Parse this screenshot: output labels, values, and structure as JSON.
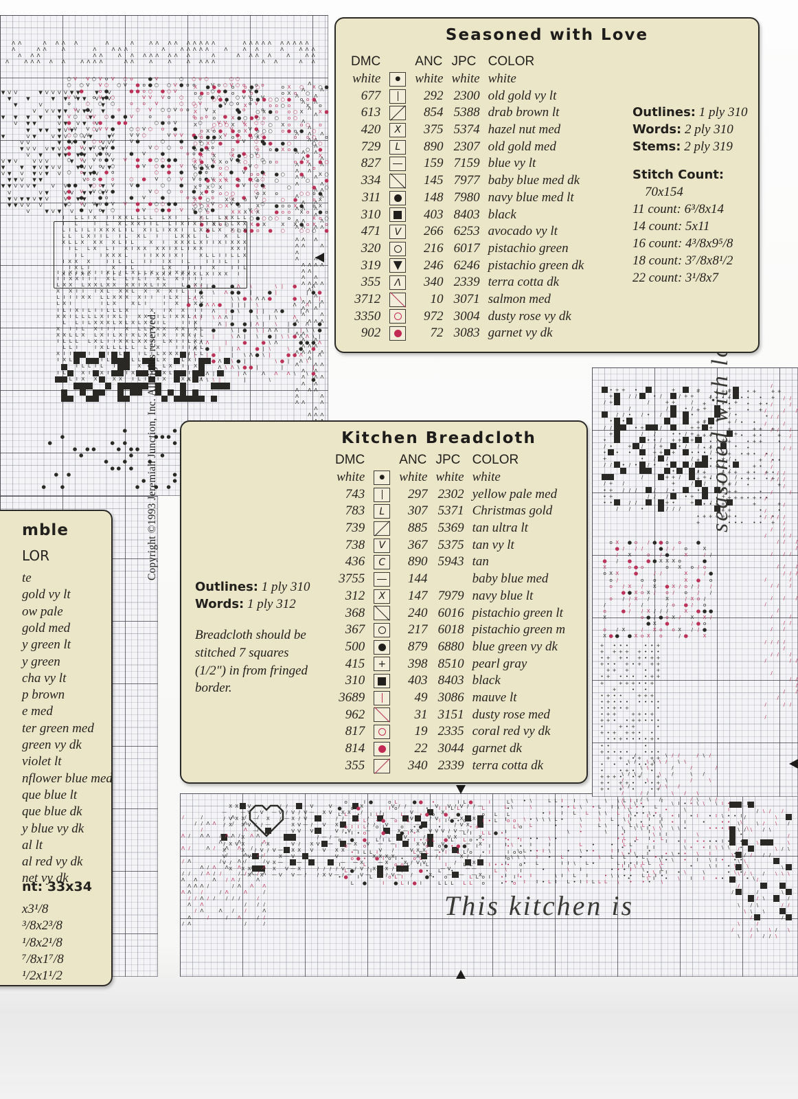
{
  "document": {
    "copyright": "Copyright ©1993 Jeremiah Junction, Inc. All rights reserved."
  },
  "panel_seasoned": {
    "title": "Seasoned with Love",
    "headers": {
      "dmc": "DMC",
      "symbol": "",
      "anc": "ANC",
      "jpc": "JPC",
      "color": "COLOR"
    },
    "rows": [
      {
        "dmc": "white",
        "symbol": "dot-small",
        "anc": "white",
        "jpc": "white",
        "color": "white"
      },
      {
        "dmc": "677",
        "symbol": "vertical-bar",
        "anc": "292",
        "jpc": "2300",
        "color": "old gold vy lt"
      },
      {
        "dmc": "613",
        "symbol": "slash",
        "anc": "854",
        "jpc": "5388",
        "color": "drab brown lt"
      },
      {
        "dmc": "420",
        "symbol": "letter-X",
        "anc": "375",
        "jpc": "5374",
        "color": "hazel nut med"
      },
      {
        "dmc": "729",
        "symbol": "letter-L",
        "anc": "890",
        "jpc": "2307",
        "color": "old gold med"
      },
      {
        "dmc": "827",
        "symbol": "horizontal-bar",
        "anc": "159",
        "jpc": "7159",
        "color": "blue vy lt"
      },
      {
        "dmc": "334",
        "symbol": "backslash",
        "anc": "145",
        "jpc": "7977",
        "color": "baby blue med dk"
      },
      {
        "dmc": "311",
        "symbol": "filled-circle",
        "anc": "148",
        "jpc": "7980",
        "color": "navy blue med lt"
      },
      {
        "dmc": "310",
        "symbol": "filled-square",
        "anc": "403",
        "jpc": "8403",
        "color": "black"
      },
      {
        "dmc": "471",
        "symbol": "letter-V",
        "anc": "266",
        "jpc": "6253",
        "color": "avocado vy lt"
      },
      {
        "dmc": "320",
        "symbol": "open-circle",
        "anc": "216",
        "jpc": "6017",
        "color": "pistachio green"
      },
      {
        "dmc": "319",
        "symbol": "filled-triangle-down",
        "anc": "246",
        "jpc": "6246",
        "color": "pistachio green dk"
      },
      {
        "dmc": "355",
        "symbol": "caret-up",
        "anc": "340",
        "jpc": "2339",
        "color": "terra cotta dk"
      },
      {
        "dmc": "3712",
        "symbol": "backslash-red",
        "anc": "10",
        "jpc": "3071",
        "color": "salmon med"
      },
      {
        "dmc": "3350",
        "symbol": "open-circle-red",
        "anc": "972",
        "jpc": "3004",
        "color": "dusty rose vy dk"
      },
      {
        "dmc": "902",
        "symbol": "filled-circle-red",
        "anc": "72",
        "jpc": "3083",
        "color": "garnet vy dk"
      }
    ],
    "notes": {
      "outlines_label": "Outlines:",
      "outlines_value": "1 ply 310",
      "words_label": "Words:",
      "words_value": "2 ply 310",
      "stems_label": "Stems:",
      "stems_value": "2 ply 319",
      "stitch_count_label": "Stitch Count:",
      "stitch_count": "70x154",
      "counts": [
        {
          "count": "11 count:",
          "size": "6³/8x14"
        },
        {
          "count": "14 count:",
          "size": "5x11"
        },
        {
          "count": "16 count:",
          "size": "4³/8x9⁵/8"
        },
        {
          "count": "18 count:",
          "size": "3⁷/8x8¹/2"
        },
        {
          "count": "22 count:",
          "size": "3¹/8x7"
        }
      ]
    }
  },
  "panel_breadcloth": {
    "title": "Kitchen Breadcloth",
    "headers": {
      "dmc": "DMC",
      "symbol": "",
      "anc": "ANC",
      "jpc": "JPC",
      "color": "COLOR"
    },
    "rows": [
      {
        "dmc": "white",
        "symbol": "dot-small",
        "anc": "white",
        "jpc": "white",
        "color": "white"
      },
      {
        "dmc": "743",
        "symbol": "vertical-bar",
        "anc": "297",
        "jpc": "2302",
        "color": "yellow pale med"
      },
      {
        "dmc": "783",
        "symbol": "letter-L",
        "anc": "307",
        "jpc": "5371",
        "color": "Christmas gold"
      },
      {
        "dmc": "739",
        "symbol": "slash",
        "anc": "885",
        "jpc": "5369",
        "color": "tan ultra lt"
      },
      {
        "dmc": "738",
        "symbol": "letter-V",
        "anc": "367",
        "jpc": "5375",
        "color": "tan vy lt"
      },
      {
        "dmc": "436",
        "symbol": "letter-C",
        "anc": "890",
        "jpc": "5943",
        "color": "tan"
      },
      {
        "dmc": "3755",
        "symbol": "horizontal-bar",
        "anc": "144",
        "jpc": "",
        "color": "baby blue med"
      },
      {
        "dmc": "312",
        "symbol": "letter-X",
        "anc": "147",
        "jpc": "7979",
        "color": "navy blue lt"
      },
      {
        "dmc": "368",
        "symbol": "backslash",
        "anc": "240",
        "jpc": "6016",
        "color": "pistachio green lt"
      },
      {
        "dmc": "367",
        "symbol": "open-circle",
        "anc": "217",
        "jpc": "6018",
        "color": "pistachio green m"
      },
      {
        "dmc": "500",
        "symbol": "filled-circle",
        "anc": "879",
        "jpc": "6880",
        "color": "blue green vy dk"
      },
      {
        "dmc": "415",
        "symbol": "plus",
        "anc": "398",
        "jpc": "8510",
        "color": "pearl gray"
      },
      {
        "dmc": "310",
        "symbol": "filled-square",
        "anc": "403",
        "jpc": "8403",
        "color": "black"
      },
      {
        "dmc": "3689",
        "symbol": "vertical-bar-red",
        "anc": "49",
        "jpc": "3086",
        "color": "mauve lt"
      },
      {
        "dmc": "962",
        "symbol": "backslash-red",
        "anc": "31",
        "jpc": "3151",
        "color": "dusty rose med"
      },
      {
        "dmc": "817",
        "symbol": "open-circle-red",
        "anc": "19",
        "jpc": "2335",
        "color": "coral red vy dk"
      },
      {
        "dmc": "814",
        "symbol": "filled-circle-red",
        "anc": "22",
        "jpc": "3044",
        "color": "garnet dk"
      },
      {
        "dmc": "355",
        "symbol": "slash-red",
        "anc": "340",
        "jpc": "2339",
        "color": "terra cotta dk"
      }
    ],
    "notes": {
      "outlines_label": "Outlines:",
      "outlines_value": "1 ply 310",
      "words_label": "Words:",
      "words_value": "1 ply 312",
      "instruction": "Breadcloth should be stitched 7 squares (1/2\") in from fringed border."
    }
  },
  "panel_thimble": {
    "title_partial": "mble",
    "header_partial": "LOR",
    "color_partials": [
      "te",
      "gold vy lt",
      "ow pale",
      "gold med",
      "y green lt",
      "y green",
      "cha vy lt",
      "p brown",
      "e med",
      "ter green med",
      " green vy dk",
      " violet lt",
      "nflower blue med",
      "que blue lt",
      "que blue dk",
      "y blue vy dk",
      "al lt",
      "al red vy dk",
      "net vy dk"
    ],
    "stitch_count_partial": "nt:  33x34",
    "count_partials": [
      "x3¹/8",
      "³/8x2³/8",
      "¹/8x2¹/8",
      "⁷/8x1⁷/8",
      "¹/2x1¹/2"
    ]
  },
  "charts": {
    "main_word": "CHIVES",
    "bottom_script": "This kitchen is",
    "right_script": "seasoned with love",
    "grid_color": "#7c8190",
    "heavy_grid_color": "#3c3c46",
    "accent_red": "#b02a50",
    "paper": "#f4f4f6",
    "panel_bg": "#ece6c8"
  }
}
